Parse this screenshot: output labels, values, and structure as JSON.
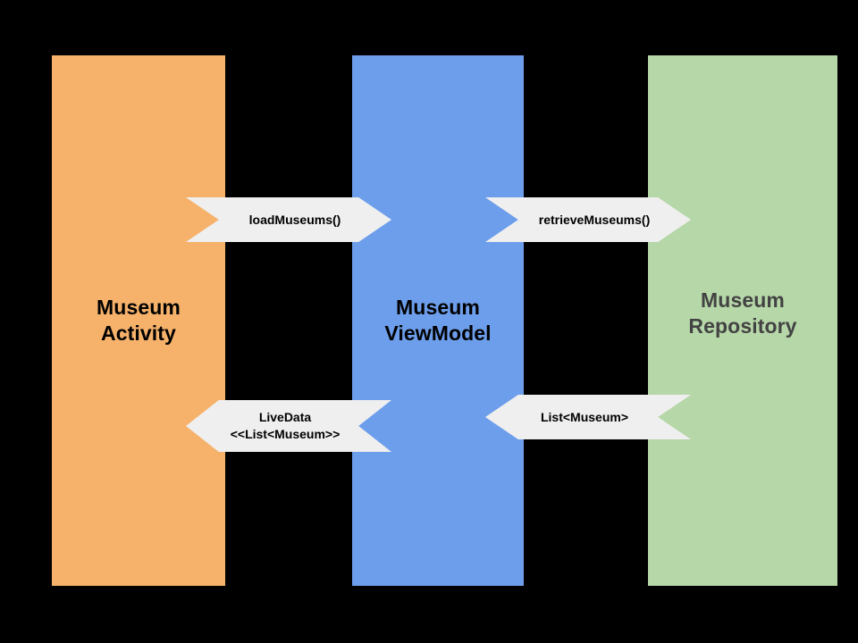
{
  "diagram": {
    "background_color": "#000000",
    "layers": [
      {
        "id": "activity",
        "label": "Museum\nActivity",
        "color": "#F6B26B",
        "text_color": "#000000"
      },
      {
        "id": "viewmodel",
        "label": "Museum\nViewModel",
        "color": "#6D9EEB",
        "text_color": "#000000"
      },
      {
        "id": "repository",
        "label": "Museum\nRepository",
        "color": "#B6D7A8",
        "text_color": "#434343"
      }
    ],
    "arrows": [
      {
        "id": "load-museums",
        "label": "loadMuseums()",
        "direction": "right",
        "from": "activity",
        "to": "viewmodel",
        "color": "#EFEFEF"
      },
      {
        "id": "retrieve-museums",
        "label": "retrieveMuseums()",
        "direction": "right",
        "from": "viewmodel",
        "to": "repository",
        "color": "#EFEFEF"
      },
      {
        "id": "livedata-list",
        "label": "LiveData\n<<List<Museum>>",
        "direction": "left",
        "from": "viewmodel",
        "to": "activity",
        "color": "#EFEFEF"
      },
      {
        "id": "list-museum",
        "label": "List<Museum>",
        "direction": "left",
        "from": "repository",
        "to": "viewmodel",
        "color": "#EFEFEF"
      }
    ]
  }
}
